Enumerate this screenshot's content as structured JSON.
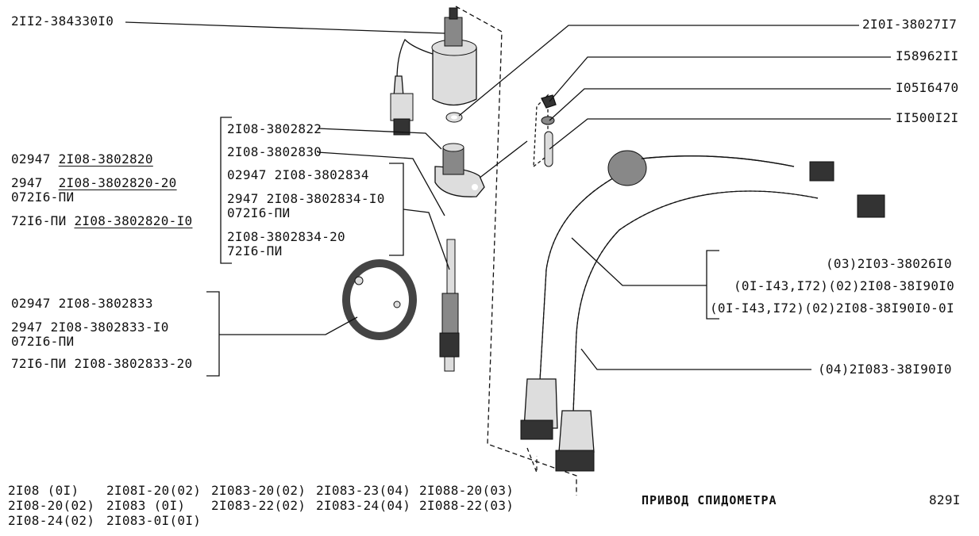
{
  "labels": {
    "sensor": "2II2-384330I0",
    "drive_top": "2I0I-38027I7",
    "nut": "I58962II",
    "washer": "I05I6470",
    "pin": "II500I2I",
    "flange": "2I08-3802822",
    "ring": "2I08-3802830",
    "housing_a_code": "02947",
    "housing_a_part": "2I08-3802820",
    "housing_b_code": "2947",
    "housing_b_part": "2I08-3802820-20",
    "housing_b_sub": "072I6-ПИ",
    "housing_c_code": "72I6-ПИ",
    "housing_c_part": "2I08-3802820-I0",
    "shaft_a": "02947 2I08-3802834",
    "shaft_b": "2947 2I08-3802834-I0",
    "shaft_b_sub": "072I6-ПИ",
    "shaft_c": "2I08-3802834-20",
    "shaft_c_sub": "72I6-ПИ",
    "gear_a": "02947 2I08-3802833",
    "gear_b": "2947  2I08-3802833-I0",
    "gear_b_sub": "072I6-ПИ",
    "gear_c": "72I6-ПИ 2I08-3802833-20",
    "cable_a": "(03)2I03-38026I0",
    "cable_b": "(0I-I43,I72)(02)2I08-38I90I0",
    "cable_c": "(0I-I43,I72)(02)2I08-38I90I0-0I",
    "cable_d": "(04)2I083-38I90I0"
  },
  "footer": {
    "models": [
      [
        "2I08   (0I)",
        "2I08-20(02)",
        "2I08-24(02)"
      ],
      [
        "2I08I-20(02)",
        "2I083   (0I)",
        "2I083-0I(0I)"
      ],
      [
        "2I083-20(02)",
        "2I083-22(02)"
      ],
      [
        "2I083-23(04)",
        "2I083-24(04)"
      ],
      [
        "2I088-20(03)",
        "2I088-22(03)"
      ]
    ],
    "title": "ПРИВОД СПИДОМЕТРА",
    "page": "829I"
  }
}
